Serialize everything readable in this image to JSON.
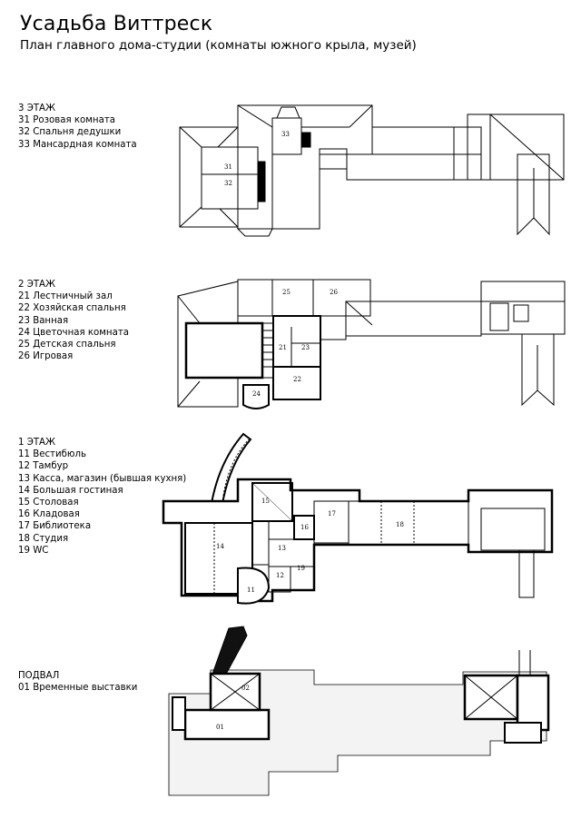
{
  "header": {
    "title": "Усадьба Виттреск",
    "subtitle": "План главного дома-студии (комнаты южного крыла, музей)"
  },
  "floors": [
    {
      "heading": "3 ЭТАЖ",
      "rooms": [
        {
          "number": "31",
          "label": "31 Розовая комната"
        },
        {
          "number": "32",
          "label": "32 Спальня дедушки"
        },
        {
          "number": "33",
          "label": "33 Мансардная комната"
        }
      ]
    },
    {
      "heading": "2 ЭТАЖ",
      "rooms": [
        {
          "number": "21",
          "label": "21 Лестничный зал"
        },
        {
          "number": "22",
          "label": "22 Хозяйская спальня"
        },
        {
          "number": "23",
          "label": "23 Ванная"
        },
        {
          "number": "24",
          "label": "24 Цветочная комната"
        },
        {
          "number": "25",
          "label": "25 Детская спальня"
        },
        {
          "number": "26",
          "label": "26 Игровая"
        }
      ]
    },
    {
      "heading": "1 ЭТАЖ",
      "rooms": [
        {
          "number": "11",
          "label": "11 Вестибюль"
        },
        {
          "number": "12",
          "label": "12 Тамбур"
        },
        {
          "number": "13",
          "label": "13 Касса, магазин (бывшая кухня)"
        },
        {
          "number": "14",
          "label": "14 Большая гостиная"
        },
        {
          "number": "15",
          "label": "15 Столовая"
        },
        {
          "number": "16",
          "label": "16 Кладовая"
        },
        {
          "number": "17",
          "label": "17 Библиотека"
        },
        {
          "number": "18",
          "label": "18 Студия"
        },
        {
          "number": "19",
          "label": "19 WC"
        }
      ]
    },
    {
      "heading": "ПОДВАЛ",
      "rooms": [
        {
          "number": "01",
          "label": "01 Временные выставки"
        },
        {
          "number": "02",
          "label": ""
        }
      ]
    }
  ],
  "colors": {
    "line": "#000000",
    "background": "#ffffff",
    "basement_fill": "#f3f3f3"
  }
}
